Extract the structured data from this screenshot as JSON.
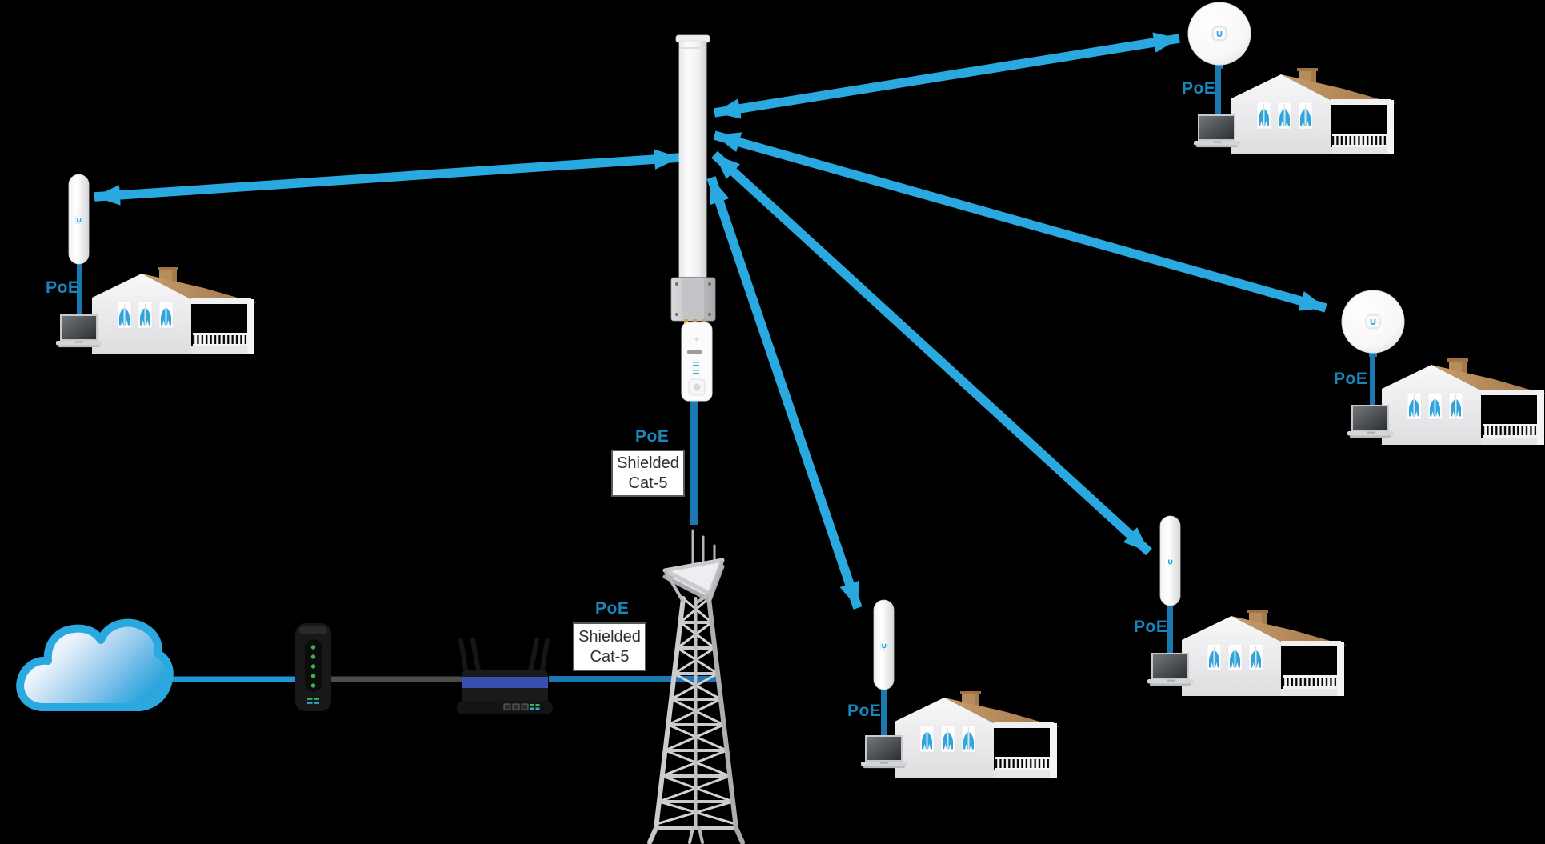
{
  "diagram": {
    "type": "wireless-isp-network-topology",
    "labels": {
      "poe": "PoE",
      "shielded_cat5_line1": "Shielded",
      "shielded_cat5_line2": "Cat-5"
    },
    "colors": {
      "background": "#000000",
      "link_arrow_blue": "#2AA9E0",
      "poe_cable_blue": "#1B79B2",
      "wan_line_blue": "#2196D3",
      "ethernet_gray": "#4D4D4D",
      "poe_text_blue": "#1787BE",
      "roof_tan": "#B99060",
      "led_green": "#3CB54A",
      "router_stripe_blue": "#3A4FB0"
    },
    "nodes": {
      "internet": {
        "icon": "cloud-icon"
      },
      "modem": {
        "icon": "cable-modem-icon"
      },
      "router": {
        "icon": "wifi-router-icon"
      },
      "tower": {
        "icon": "lattice-tower-icon"
      },
      "base_station": {
        "antenna_icon": "omni-antenna-icon",
        "radio_icon": "rocket-radio-icon"
      },
      "subscriber_sites": [
        {
          "id": "left-house",
          "cpe_icon": "cpe-antenna-icon",
          "house_icon": "house-icon",
          "device_icon": "laptop-icon"
        },
        {
          "id": "top-right-house",
          "cpe_icon": "dish-antenna-icon",
          "house_icon": "house-icon",
          "device_icon": "laptop-icon"
        },
        {
          "id": "mid-right-house",
          "cpe_icon": "dish-antenna-icon",
          "house_icon": "house-icon",
          "device_icon": "laptop-icon"
        },
        {
          "id": "bottom-middle-house",
          "cpe_icon": "cpe-antenna-icon",
          "house_icon": "house-icon",
          "device_icon": "laptop-icon"
        },
        {
          "id": "right-house",
          "cpe_icon": "cpe-antenna-icon",
          "house_icon": "house-icon",
          "device_icon": "laptop-icon"
        }
      ]
    },
    "wireless_links": 5,
    "poe_label_count": 7,
    "shielded_cat5_label_count": 2
  }
}
